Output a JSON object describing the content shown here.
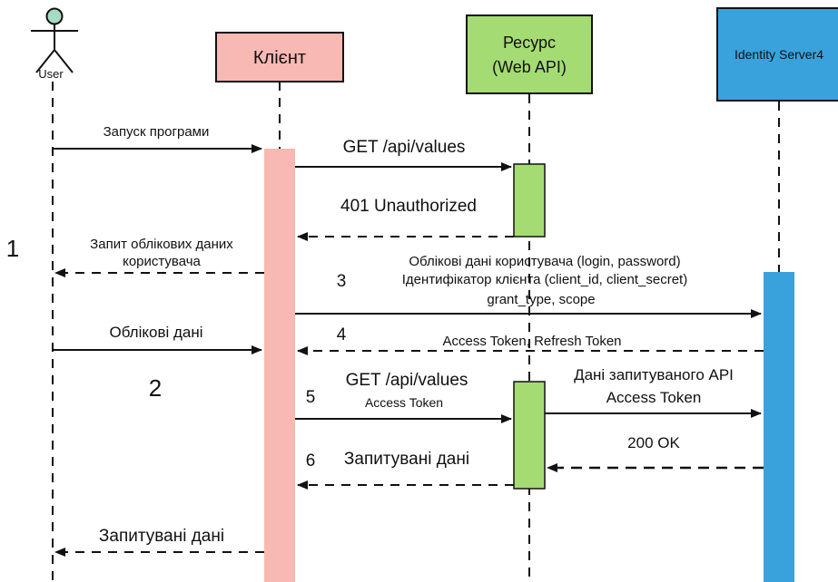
{
  "actors": {
    "user": {
      "label": "User"
    },
    "client": {
      "label": "Клієнт",
      "fill": "#f8b8b3"
    },
    "resource": {
      "label_line1": "Ресурс",
      "label_line2": "(Web API)",
      "fill": "#a5db73"
    },
    "identity": {
      "label": "Identity Server4",
      "fill": "#39a2dd"
    }
  },
  "activation_colors": {
    "client": "#f8b8b3",
    "resource": "#a5db73",
    "identity": "#39a2dd"
  },
  "messages": {
    "launch": "Запуск програми",
    "get_values_1": "GET /api/values",
    "unauthorized": "401 Unauthorized",
    "request_credentials_line1": "Запит облікових даних",
    "request_credentials_line2": "користувача",
    "token_request_line1": "Облікові дані користувача (login, password)",
    "token_request_line2": "Ідентифікатор клієнта (client_id, client_secret)",
    "token_request_line3": "grant_type, scope",
    "credentials": "Облікові дані",
    "tokens": "Access Token, Refresh Token",
    "get_values_2": "GET /api/values",
    "access_token_small": "Access Token",
    "introspect_line1": "Дані запитуваного API",
    "introspect_line2": "Access Token",
    "ok": "200 OK",
    "requested_data_1": "Запитувані дані",
    "requested_data_2": "Запитувані дані"
  },
  "step_numbers": {
    "phase1": "1",
    "phase2": "2",
    "s3": "3",
    "s4": "4",
    "s5": "5",
    "s6": "6"
  }
}
